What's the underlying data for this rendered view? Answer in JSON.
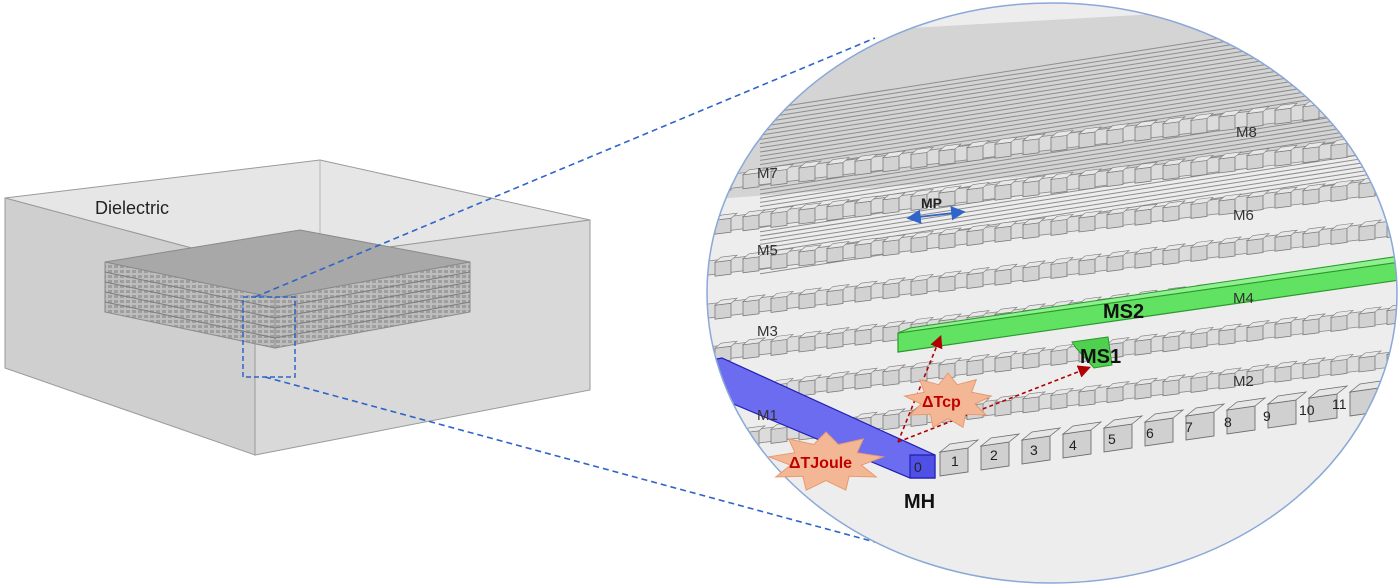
{
  "labels": {
    "dielectric": "Dielectric",
    "mp": "MP",
    "layers": [
      "M1",
      "M2",
      "M3",
      "M4",
      "M5",
      "M6",
      "M7",
      "M8"
    ],
    "ms2": "MS2",
    "ms1": "MS1",
    "mh": "MH",
    "dt_joule": "ΔTJoule",
    "dt_cp": "ΔTcp"
  },
  "line_indices": [
    "0",
    "1",
    "2",
    "3",
    "4",
    "5",
    "6",
    "7",
    "8",
    "9",
    "10",
    "11"
  ],
  "colors": {
    "heater": "#3b3be0",
    "sensor": "#5ce05c",
    "metal": "#c9c9c9",
    "dielectric_box": "#d7d7d7",
    "zoom_line": "#2f64c8",
    "arrow": "#b00000",
    "star": "#f4b795"
  }
}
